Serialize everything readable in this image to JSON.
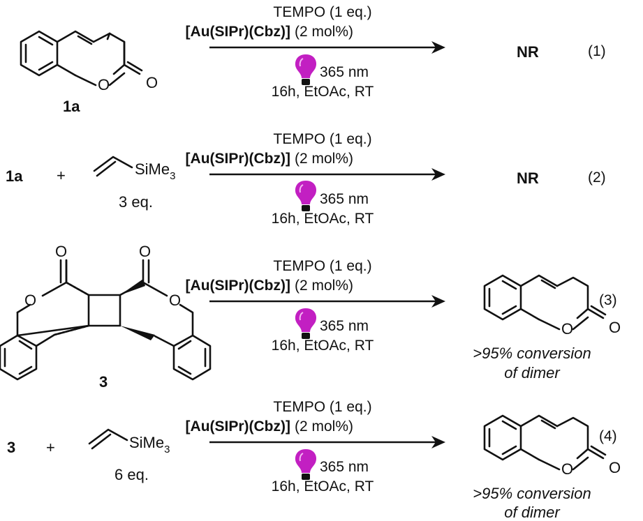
{
  "reactions": [
    {
      "number": "(1)",
      "reactants": {
        "compound_label": "1a"
      },
      "conditions": {
        "reagent": "TEMPO (1 eq.)",
        "catalyst": "[Au(SIPr)(Cbz)]",
        "catalyst_loading": "(2 mol%)",
        "wavelength": "365 nm",
        "time_solvent_temp": "16h, EtOAc, RT"
      },
      "product": "NR"
    },
    {
      "number": "(2)",
      "reactants": {
        "compound_label": "1a",
        "plus": "+",
        "reagent_group": "SiMe",
        "reagent_subscript": "3",
        "reagent_equiv": "3 eq."
      },
      "conditions": {
        "reagent": "TEMPO (1 eq.)",
        "catalyst": "[Au(SIPr)(Cbz)]",
        "catalyst_loading": "(2 mol%)",
        "wavelength": "365 nm",
        "time_solvent_temp": "16h, EtOAc, RT"
      },
      "product": "NR"
    },
    {
      "number": "(3)",
      "reactants": {
        "compound_label": "3"
      },
      "conditions": {
        "reagent": "TEMPO (1 eq.)",
        "catalyst": "[Au(SIPr)(Cbz)]",
        "catalyst_loading": "(2 mol%)",
        "wavelength": "365 nm",
        "time_solvent_temp": "16h, EtOAc, RT"
      },
      "product_note_1": ">95% conversion",
      "product_note_2": "of dimer"
    },
    {
      "number": "(4)",
      "reactants": {
        "compound_label": "3",
        "plus": "+",
        "reagent_group": "SiMe",
        "reagent_subscript": "3",
        "reagent_equiv": "6 eq."
      },
      "conditions": {
        "reagent": "TEMPO (1 eq.)",
        "catalyst": "[Au(SIPr)(Cbz)]",
        "catalyst_loading": "(2 mol%)",
        "wavelength": "365 nm",
        "time_solvent_temp": "16h, EtOAc, RT"
      },
      "product_note_1": ">95% conversion",
      "product_note_2": "of dimer"
    }
  ],
  "atoms": {
    "oxygen": "O"
  },
  "colors": {
    "bulb": "#c21fc2",
    "bulb_base": "#111111"
  },
  "icons": {
    "light": "light-bulb-icon"
  }
}
